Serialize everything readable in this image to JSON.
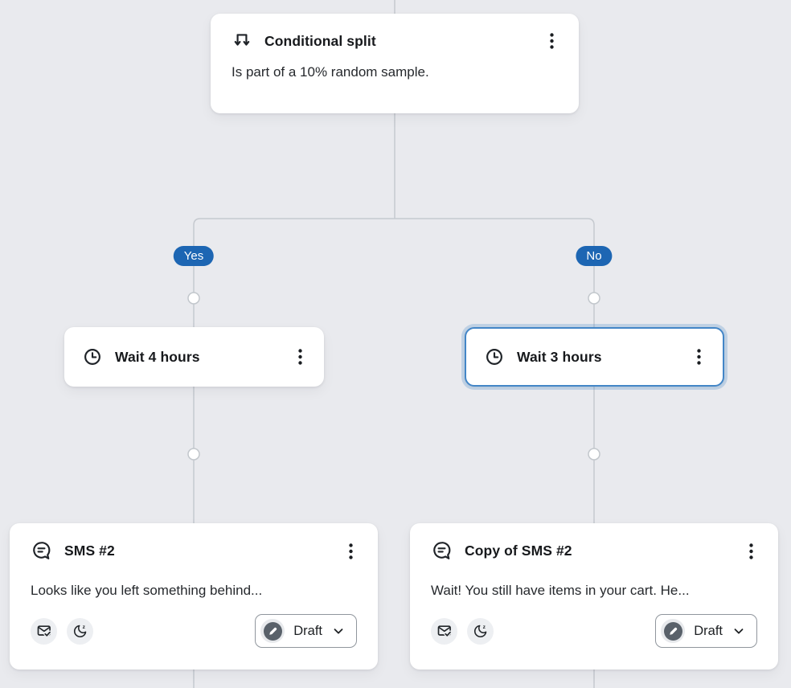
{
  "colors": {
    "canvas_background": "#e9eaee",
    "connector_line": "#c5c9cf",
    "branch_badge": "#1d66b3",
    "selected_outline": "#4386c7"
  },
  "icons": {
    "conditional_split": "split-arrows-icon",
    "wait": "clock-icon",
    "sms": "chat-bubble-icon",
    "menu": "kebab-menu-icon",
    "consent": "envelope-check-icon",
    "quiet_hours": "moon-zzz-icon",
    "status_draft": "pencil-circle-icon",
    "expand": "chevron-down-icon"
  },
  "flow": {
    "conditional_split": {
      "title": "Conditional split",
      "description": "Is part of a 10% random sample."
    },
    "branches": {
      "yes_label": "Yes",
      "no_label": "No"
    },
    "wait_yes": {
      "title": "Wait 4 hours"
    },
    "wait_no": {
      "title": "Wait 3 hours",
      "selected": true
    },
    "sms_yes": {
      "title": "SMS #2",
      "preview": "Looks like you left something behind...",
      "status_label": "Draft"
    },
    "sms_no": {
      "title": "Copy of SMS #2",
      "preview": "Wait! You still have items in your cart. He...",
      "status_label": "Draft"
    }
  }
}
